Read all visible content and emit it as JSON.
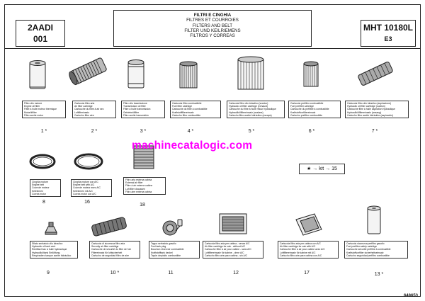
{
  "header": {
    "left_code": "2AADI",
    "left_sub": "001",
    "title_lines": [
      "FILTRI E CINGHIA",
      "FILTRES ET COURROIES",
      "FILTERS AND BELT",
      "FILTER UND KEILRIEMENS",
      "FILTROS Y CORREAS"
    ],
    "right_code": "MHT 10180L",
    "right_sub": "E3"
  },
  "items": [
    {
      "id": "item-1",
      "num": "1 *",
      "lines": [
        "Filtro olio motore",
        "Engine oil filter",
        "Filtre à huile moteur thermique",
        "Motorölfilter",
        "Filtro aceite motor"
      ]
    },
    {
      "id": "item-2",
      "num": "2 *",
      "lines": [
        "Cartuccia filtro aria",
        "Air filter cartridge",
        "Cartouche du filtre à air sec",
        "Luftfilterinsatz",
        "Cartucho filtro aire"
      ]
    },
    {
      "id": "item-3",
      "num": "3 *",
      "lines": [
        "Filtro olio trasmissione",
        "Transmission oil filter",
        "Filtre à huile transmission",
        "Getriebeölfilter",
        "Filtro aceite transmisión"
      ]
    },
    {
      "id": "item-4",
      "num": "4 *",
      "lines": [
        "Cartuccia filtro combustibile",
        "Fuel filter cartridge",
        "Cartouche du filtre à combustible",
        "Kraftstofffiltereinsatz",
        "Cartucho filtro combustible"
      ]
    },
    {
      "id": "item-5",
      "num": "5 *",
      "lines": [
        "Cartuccia filtro olio idraulico (scarico)",
        "Hydraulic oil filter cartridge (exhaust)",
        "Cartouche du filtre à huile retour hydraulique",
        "Hydraulikölfiltereinsatz (auslass)",
        "Cartucho filtro aceite hidráulico (escape)"
      ]
    },
    {
      "id": "item-6",
      "num": "6 *",
      "lines": [
        "Cartuccia prefiltro combustibile",
        "Fuel prefilter cartridge",
        "Cartouche du préfiltre à combustible",
        "Kraftstoffvorfiltereinsatz",
        "Cartucho prefiltro combustible"
      ]
    },
    {
      "id": "item-7",
      "num": "7 *",
      "lines": [
        "Cartuccia filtro olio idraulico (aspirazione)",
        "Hydraulic oil filter cartridge (suction)",
        "Cartouche filtre à huile aspiration hydraulique",
        "Hydraulikölfiltereinsatz (ansaug)",
        "Cartucho filtro aceite hidráulico (aspiración)"
      ]
    },
    {
      "id": "item-8",
      "num": "8",
      "lines": [
        "Cinghia motore",
        "Engine belt",
        "Courroie moteur",
        "Keilriemen",
        "Correa motor"
      ]
    },
    {
      "id": "item-16",
      "num": "16",
      "lines": [
        "Cinghia motore con A/C",
        "Engine belt with A/C",
        "Courroie moteur avec A/C",
        "Keilriemen mit A/C",
        "Correa motor con A/C"
      ]
    },
    {
      "id": "item-18",
      "num": "18",
      "lines": [
        "Filtro aria esterna cabina",
        "External air filter",
        "Filtre à air externe cabine",
        "Luft filter draussen",
        "Filtro aire externa cabina"
      ]
    },
    {
      "id": "item-9",
      "num": "9",
      "lines": [
        "Sfiato serbatoio olio idraulico",
        "Hydraulic oil tank vent",
        "Reniflard bac à huile hydraulique",
        "Hydrauliköltank Entlüftung",
        "Respiradero tanque aceite hidráulico"
      ]
    },
    {
      "id": "item-10",
      "num": "10 *",
      "lines": [
        "Cartuccia di sicurezza filtro aria",
        "Security air filter cartridge",
        "Cartouche de sécurité du filtre de l'air",
        "Filtereinsatz für luftsicherheit",
        "Cartucho de seguridad filtro de aire"
      ]
    },
    {
      "id": "item-11",
      "num": "11",
      "lines": [
        "Tappo serbatoio gasolio",
        "Fuel tank plug",
        "Bouchon réservoir combustible",
        "Kraftstofftank deckel",
        "Tapón depósito combustible"
      ]
    },
    {
      "id": "item-12",
      "num": "12",
      "lines": [
        "Cartuccia filtro aria per cabina - senza A/C",
        "Air filter cartridge for cab - without A/C",
        "Cartouche filtre à air pour cabine - sans A/C",
        "Luftfiltereinsatz für kabine - ohne A/C",
        "Cartucho filtro aire para cabina - sin A/C"
      ]
    },
    {
      "id": "item-17",
      "num": "17",
      "lines": [
        "Cartuccia filtro aria per cabina con A/C",
        "Air filter cartridge for cab with A/C",
        "Cartouche filtre à air pour cabine avec A/C",
        "Luftfiltereinsatz für kabine mit A/C",
        "Cartucho filtro aire para cabina con A/C"
      ]
    },
    {
      "id": "item-13",
      "num": "13 *",
      "lines": [
        "Cartuccia sicurezza prefiltro gasolio",
        "Fuel prefilter safety cartridge",
        "Cartouche sécurité préfiltre à combustible",
        "Kraftstoffvorfilter sicherheitseinsatz",
        "Cartucho seguridad prefiltro combustible"
      ]
    }
  ],
  "watermark": "machinecatalogic.com",
  "kit": {
    "star": "★",
    "arrow": "→",
    "label": "kit",
    "target": "15"
  },
  "footer_code": "648653"
}
